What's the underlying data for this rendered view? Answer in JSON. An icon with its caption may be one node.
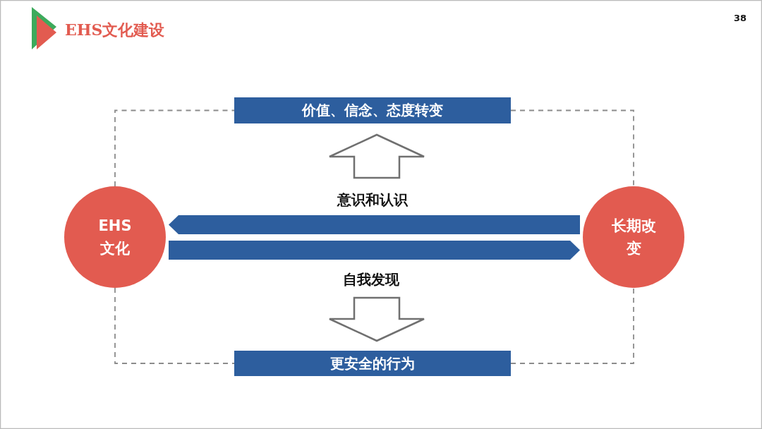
{
  "diagram": {
    "title": "EHS文化建设",
    "nodes": [
      {
        "text": [
          "价值、信念、态度转变"
        ]
      },
      {
        "text": [
          "EHS 文化"
        ]
      },
      {
        "text": [
          "长期改变"
        ]
      },
      {
        "text": [
          "更安全的行为"
        ]
      }
    ],
    "edges": [
      {
        "from": 1,
        "to": 0,
        "arrow": "none",
        "style": "dashed"
      },
      {
        "from": 0,
        "to": 2,
        "arrow": "none",
        "style": "dashed"
      },
      {
        "from": 1,
        "to": 3,
        "arrow": "none",
        "style": "dashed"
      },
      {
        "from": 3,
        "to": 2,
        "arrow": "none",
        "style": "dashed"
      },
      {
        "from": null,
        "to": 0,
        "arrow": "to",
        "color": "#707070"
      },
      {
        "from": null,
        "to": 3,
        "arrow": "to",
        "color": "#707070"
      },
      {
        "from": 2,
        "to": 1,
        "arrow": "to",
        "style": "thick",
        "color": "#2d5e9e"
      },
      {
        "from": 1,
        "to": 2,
        "arrow": "to",
        "style": "thick",
        "color": "#2d5e9e"
      }
    ],
    "labels": [
      "38",
      "意识和认识",
      "自我发现"
    ]
  }
}
